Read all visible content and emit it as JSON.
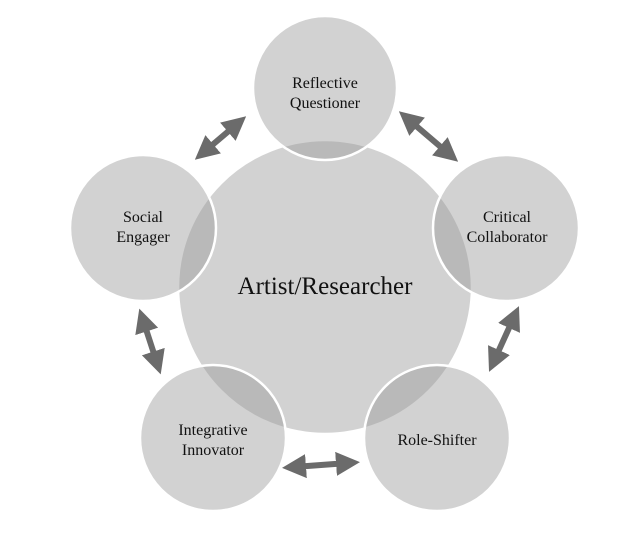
{
  "center": {
    "label": "Artist/Researcher"
  },
  "nodes": [
    {
      "id": "reflective-questioner",
      "lines": [
        "Reflective",
        "Questioner"
      ]
    },
    {
      "id": "critical-collaborator",
      "lines": [
        "Critical",
        "Collaborator"
      ]
    },
    {
      "id": "role-shifter",
      "lines": [
        "Role-Shifter"
      ]
    },
    {
      "id": "integrative-innovator",
      "lines": [
        "Integrative",
        "Innovator"
      ]
    },
    {
      "id": "social-engager",
      "lines": [
        "Social",
        "Engager"
      ]
    }
  ],
  "colors": {
    "fill": "#d2d2d2",
    "arrow": "#6b6b6b",
    "outline": "#ffffff"
  }
}
